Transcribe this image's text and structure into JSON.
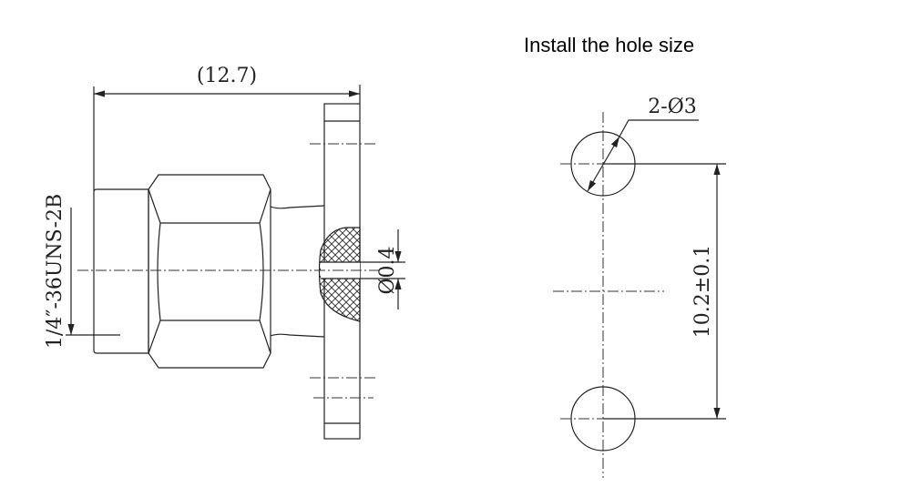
{
  "title": "Install the hole size",
  "dimensions": {
    "length": "(12.7)",
    "thread": "1/4″-36UNS-2B",
    "pin_diameter": "Ø0.4",
    "hole_diameter": "2-Ø3",
    "hole_spacing": "10.2±0.1"
  }
}
